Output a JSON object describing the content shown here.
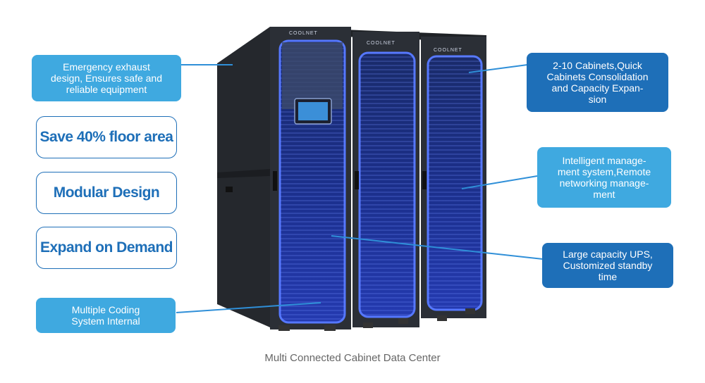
{
  "callouts": {
    "emergency": "Emergency exhaust\ndesign, Ensures safe and\nreliable equipment",
    "cabinets": "2-10 Cabinets,Quick\nCabinets Consolidation\nand  Capacity Expan-\nsion",
    "intelligent": "Intelligent manage-\nment system,Remote\nnetworking manage-\nment",
    "ups": "Large capacity UPS,\nCustomized standby\ntime",
    "coding": "Multiple Coding\nSystem Internal"
  },
  "features": {
    "floor": "Save 40% floor area",
    "modular": "Modular Design",
    "expand": "Expand on Demand"
  },
  "brand": "COOLNET",
  "caption": "Multi Connected Cabinet Data Center",
  "colors": {
    "light_blue": "#3fa9e0",
    "dark_blue": "#1e6fb8",
    "cabinet": "#2b2f36",
    "glow": "#3d5cff"
  }
}
